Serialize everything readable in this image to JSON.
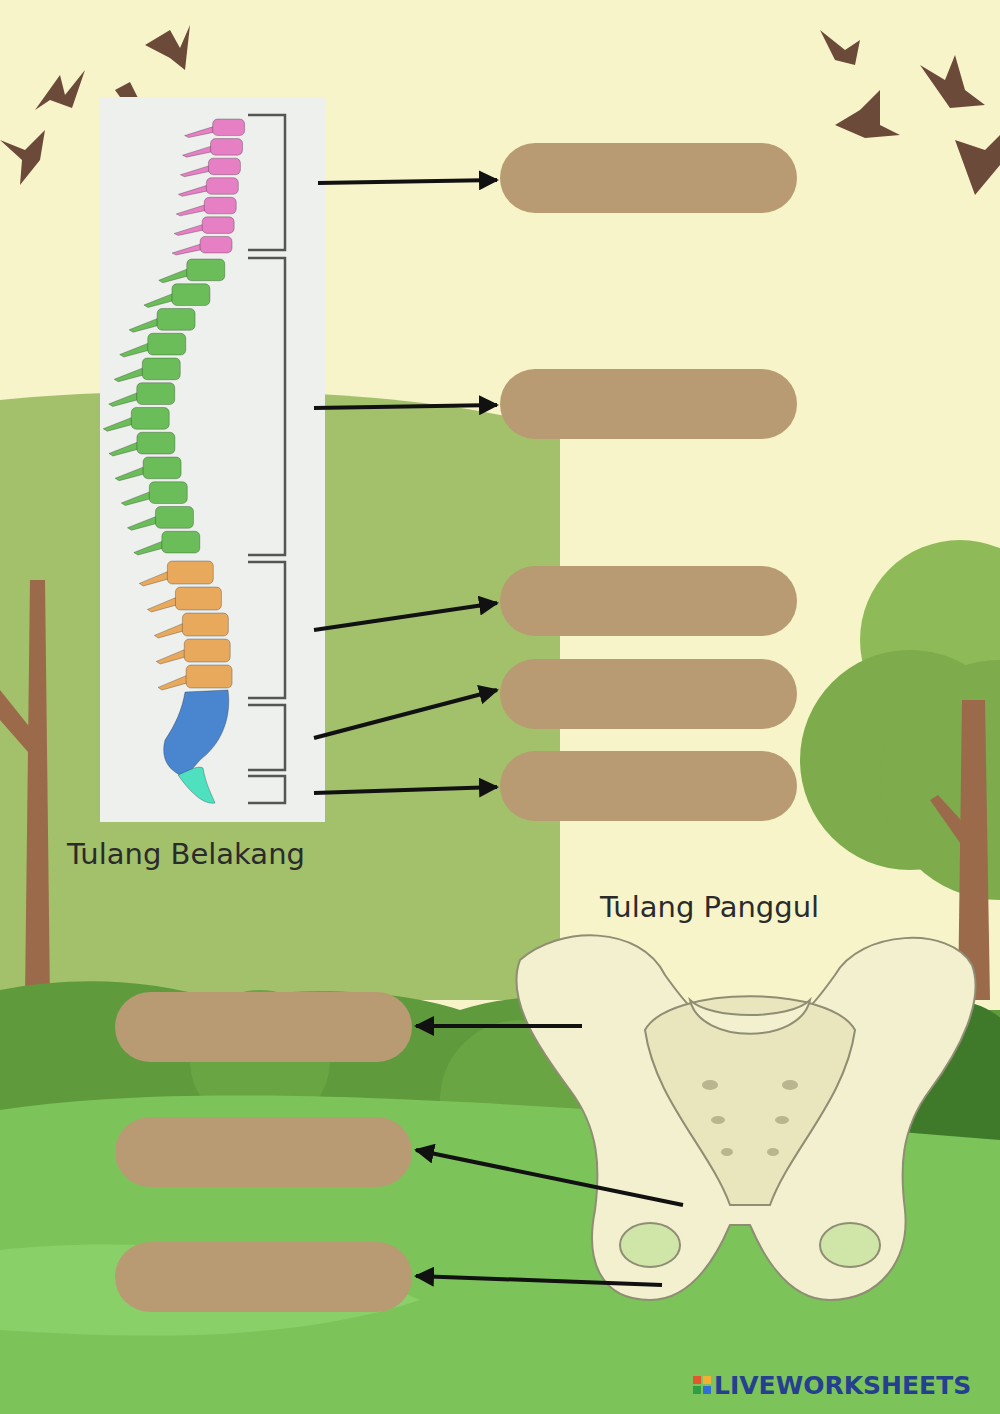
{
  "diagram": {
    "labels": [
      "Tulang Belakang",
      "Tulang Panggul",
      "LIVEWORKSHEETS"
    ]
  }
}
